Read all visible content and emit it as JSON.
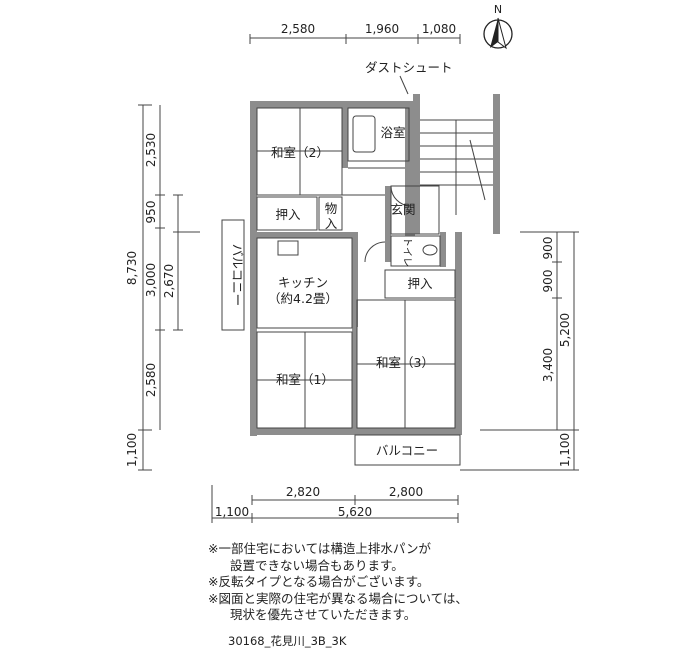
{
  "plan": {
    "north_label": "N",
    "rooms": {
      "washitsu2": "和室（2）",
      "bath": "浴室",
      "oshiire_top": "押入",
      "monoire_1": "物",
      "monoire_2": "入",
      "genkan": "玄関",
      "toilet": "トイレ",
      "kitchen_1": "キッチン",
      "kitchen_2": "（約4.2畳）",
      "oshiire_right": "押入",
      "washitsu1": "和室（1）",
      "washitsu3": "和室（3）",
      "balcony_left": "バルコニー",
      "balcony_bottom": "バルコニー",
      "dust_chute": "ダストシュート"
    },
    "dims_top": [
      "2,580",
      "1,960",
      "1,080"
    ],
    "dims_left_outer": [
      "8,730",
      "1,100"
    ],
    "dims_left_inner": [
      "2,530",
      "950",
      "3,000",
      "2,580"
    ],
    "dims_left_mid": [
      "2,670"
    ],
    "dims_right_inner": [
      "900",
      "900",
      "3,400"
    ],
    "dims_right_outer": [
      "5,200",
      "1,100"
    ],
    "dims_bottom_row1": [
      "2,820",
      "2,800"
    ],
    "dims_bottom_row2": [
      "1,100",
      "5,620"
    ]
  },
  "notes": [
    "※一部住宅においては構造上排水パンが",
    "設置できない場合もあります。",
    "※反転タイプとなる場合がございます。",
    "※図面と実際の住宅が異なる場合については、",
    "現状を優先させていただきます。"
  ],
  "plan_code": "30168_花見川_3B_3K"
}
